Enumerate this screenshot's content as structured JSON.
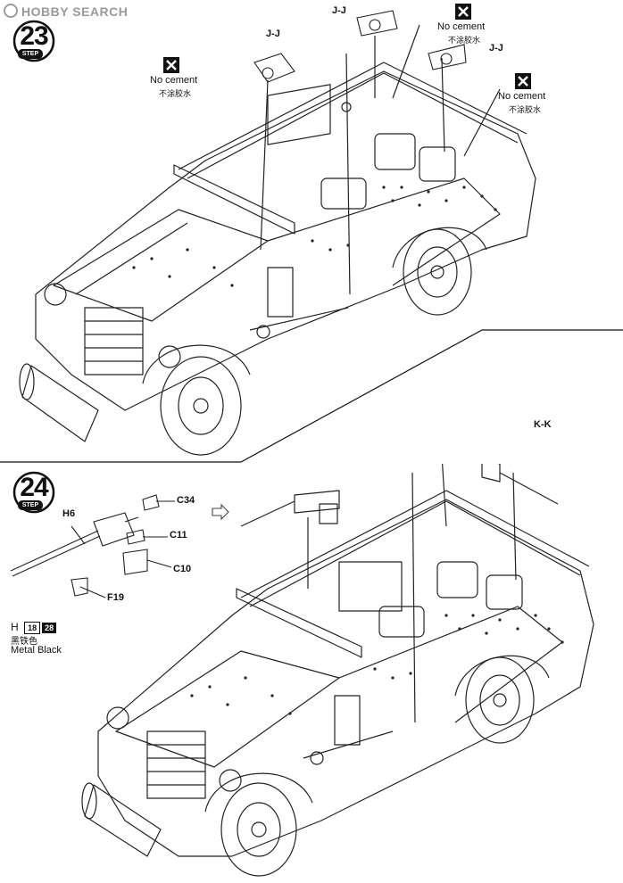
{
  "watermark": {
    "text": "HOBBY SEARCH"
  },
  "step23": {
    "number": "23",
    "word": "STEP",
    "labels": {
      "jj_left": "J-J",
      "jj_top": "J-J",
      "jj_right": "J-J",
      "no_cement_1": "No cement",
      "no_cement_1_cn": "不涂胶水",
      "no_cement_2": "No cement",
      "no_cement_2_cn": "不涂胶水",
      "no_cement_3": "No cement",
      "no_cement_3_cn": "不涂胶水"
    }
  },
  "step24": {
    "number": "24",
    "word": "STEP",
    "labels": {
      "c34": "C34",
      "h6": "H6",
      "c11": "C11",
      "c10": "C10",
      "f19": "F19",
      "kk": "K-K",
      "h": "H",
      "paint_18": "18",
      "paint_28": "28",
      "color_cn": "黑铁色",
      "color_en": "Metal Black"
    }
  }
}
